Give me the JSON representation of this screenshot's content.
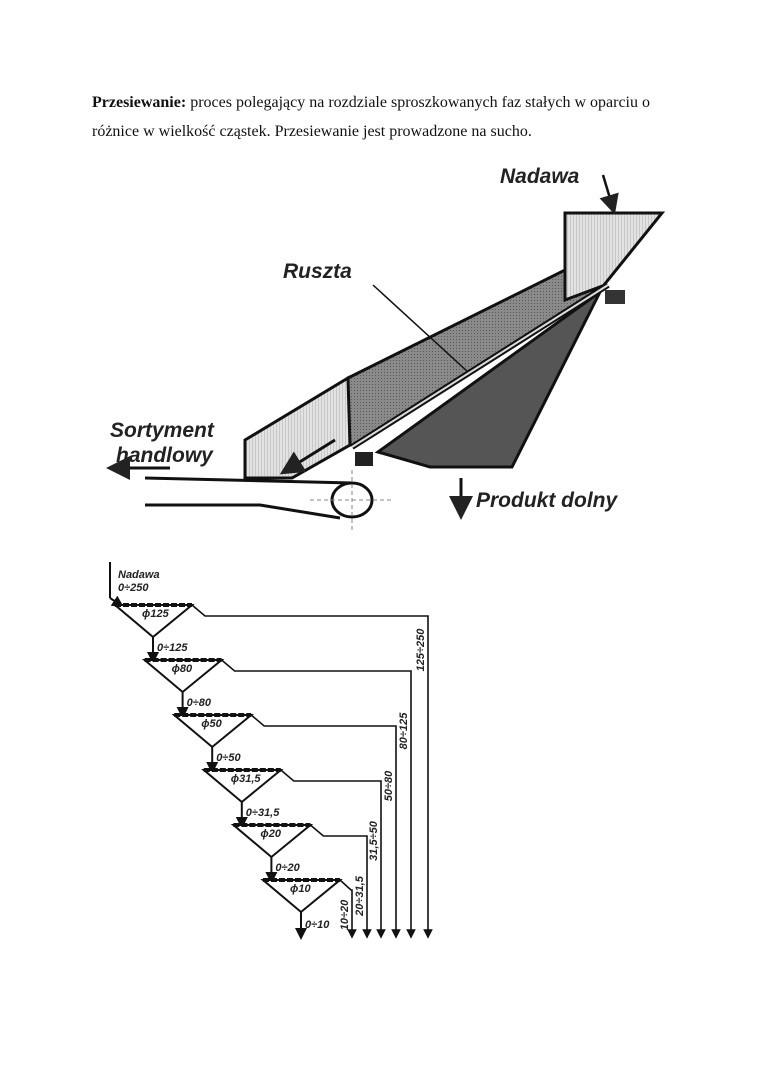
{
  "paragraph": {
    "term": "Przesiewanie:",
    "text": " proces polegający na rozdziale sproszkowanych faz stałych w oparciu o różnice w wielkość cząstek. Przesiewanie jest prowadzone na sucho."
  },
  "screen_diagram": {
    "feed_label": "Nadawa",
    "grate_label": "Ruszta",
    "oversize_label_line1": "Sortyment",
    "oversize_label_line2": "handlowy",
    "undersize_label": "Produkt dolny"
  },
  "flow_diagram": {
    "feed_label": "Nadawa",
    "feed_range": "0÷250",
    "stages": [
      {
        "sieve": "ϕ125",
        "oversize": "125÷250",
        "undersize": "0÷125"
      },
      {
        "sieve": "ϕ80",
        "oversize": "80÷125",
        "undersize": "0÷80"
      },
      {
        "sieve": "ϕ50",
        "oversize": "50÷80",
        "undersize": "0÷50"
      },
      {
        "sieve": "ϕ31,5",
        "oversize": "31,5÷50",
        "undersize": "0÷31,5"
      },
      {
        "sieve": "ϕ20",
        "oversize": "20÷31,5",
        "undersize": "0÷20"
      },
      {
        "sieve": "ϕ10",
        "oversize": "10÷20",
        "undersize": "0÷10"
      }
    ]
  }
}
